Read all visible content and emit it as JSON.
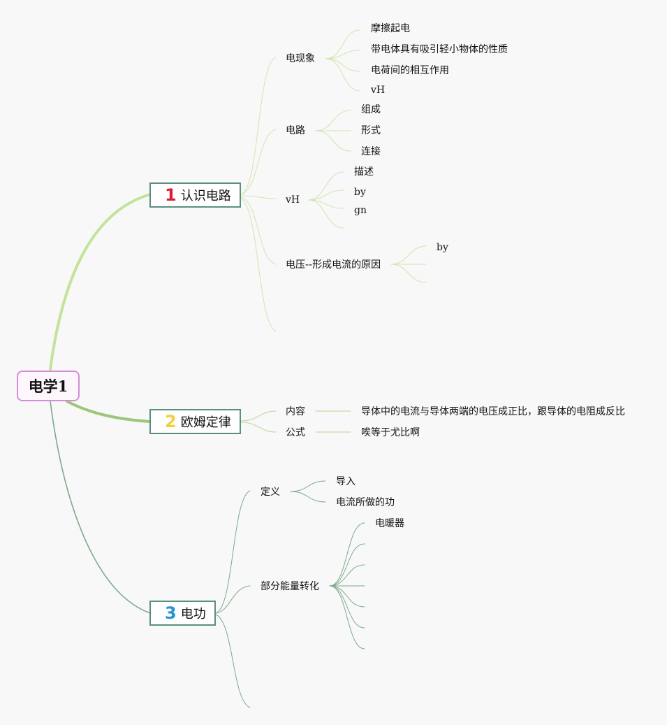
{
  "root": {
    "label": "电学1"
  },
  "branches": [
    {
      "number": "1",
      "title": "认识电路",
      "topics": [
        {
          "label": "电现象",
          "items": [
            "摩擦起电",
            "带电体具有吸引轻小物体的性质",
            "电荷间的相互作用",
            "vH"
          ]
        },
        {
          "label": "电路",
          "items": [
            "组成",
            "形式",
            "连接"
          ]
        },
        {
          "label": "vH",
          "items": [
            "描述",
            "by",
            "gn"
          ]
        },
        {
          "label": "电压--形成电流的原因",
          "items": [
            "by"
          ]
        }
      ]
    },
    {
      "number": "2",
      "title": "欧姆定律",
      "topics": [
        {
          "label": "内容",
          "items": [
            "导体中的电流与导体两端的电压成正比，跟导体的电阻成反比"
          ]
        },
        {
          "label": "公式",
          "items": [
            "唉等于尤比啊"
          ]
        }
      ]
    },
    {
      "number": "3",
      "title": "电功",
      "topics": [
        {
          "label": "定义",
          "items": [
            "导入",
            "电流所做的功"
          ]
        },
        {
          "label": "部分能量转化",
          "items": [
            "电暖器"
          ]
        }
      ]
    }
  ],
  "colors": {
    "root_border": "#d48ed8",
    "branch_border": "#5a8f80",
    "branch1_line": "#c3e39a",
    "branch2_line": "#9dc67a",
    "branch3_line": "#7aab8a"
  }
}
